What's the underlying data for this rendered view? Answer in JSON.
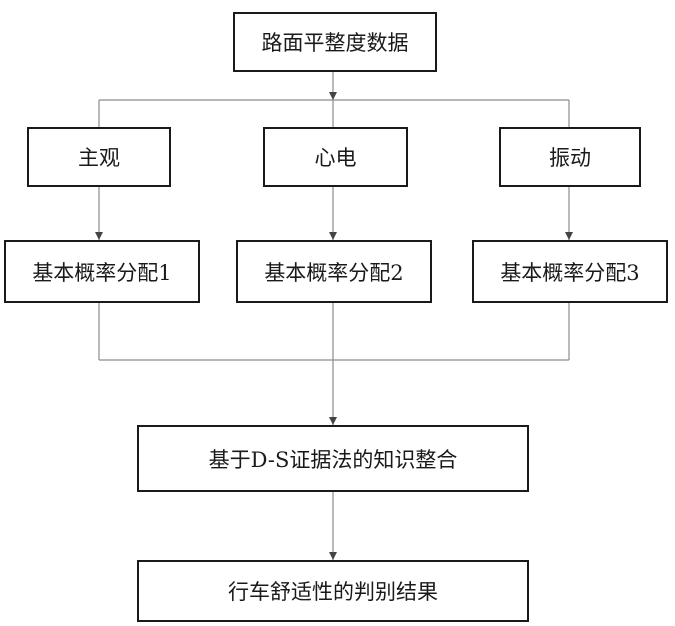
{
  "diagram": {
    "top": "路面平整度数据",
    "sources": [
      "主观",
      "心电",
      "振动"
    ],
    "bpa": [
      "基本概率分配1",
      "基本概率分配2",
      "基本概率分配3"
    ],
    "fusion": "基于D-S证据法的知识整合",
    "result": "行车舒适性的判别结果"
  }
}
